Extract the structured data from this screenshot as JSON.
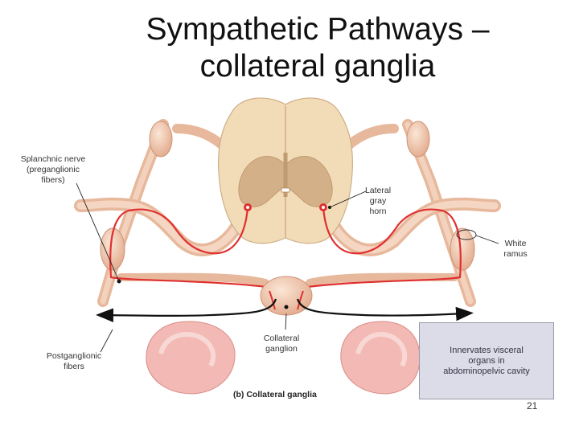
{
  "slide": {
    "title_line1": "Sympathetic Pathways –",
    "title_line2": "collateral ganglia",
    "page_number": "21"
  },
  "diagram": {
    "labels": {
      "splanchnic_1": "Splanchnic nerve",
      "splanchnic_2": "(preganglionic",
      "splanchnic_3": "fibers)",
      "lateral_1": "Lateral",
      "lateral_2": "gray",
      "lateral_3": "horn",
      "white_1": "White",
      "white_2": "ramus",
      "collateral_1": "Collateral",
      "collateral_2": "ganglion",
      "post_1": "Postganglionic",
      "post_2": "fibers"
    },
    "caption": "(b) Collateral ganglia",
    "box_text": "Innervates visceral organs in abdominopelvic cavity"
  },
  "colors": {
    "tissue": "#f0c8ae",
    "cord_white": "#f2dcb8",
    "gray_matter": "#d4b088",
    "fiber_red": "#e03030",
    "organ_pink": "#f3b9b4",
    "box_fill": "#dcdce8"
  }
}
